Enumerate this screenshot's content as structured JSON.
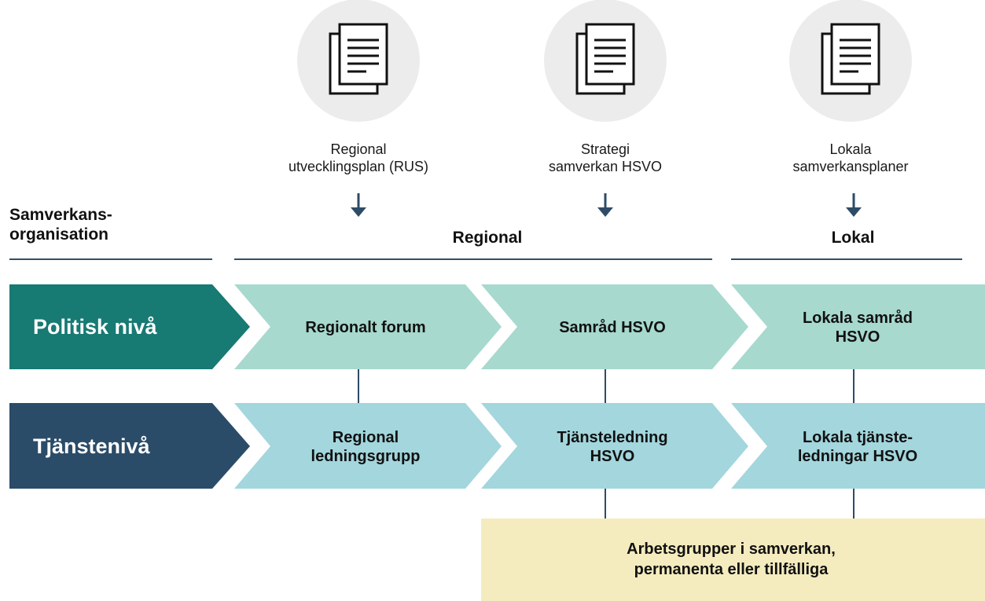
{
  "colors": {
    "politisk_header": "#177a73",
    "politisk_cell": "#a7d9ce",
    "tjanste_header": "#2b4c68",
    "tjanste_cell": "#a3d6dd",
    "workgroup": "#f4ecbf",
    "rule": "#2f4f6b",
    "arrow": "#2e4b67",
    "doc_circle": "#ececec",
    "connector": "#2e4b67"
  },
  "documents": [
    {
      "icon": "document-stack-icon",
      "label": "Regional\nutvecklingsplan (RUS)"
    },
    {
      "icon": "document-stack-icon",
      "label": "Strategi\nsamverkan HSVO"
    },
    {
      "icon": "document-stack-icon",
      "label": "Lokala\nsamverkansplaner"
    }
  ],
  "org_label": "Samverkans-\norganisation",
  "sections": {
    "regional": "Regional",
    "lokal": "Lokal"
  },
  "rows": [
    {
      "label": "Politisk nivå",
      "cells": [
        "Regionalt forum",
        "Samråd HSVO",
        "Lokala samråd\nHSVO"
      ]
    },
    {
      "label": "Tjänstenivå",
      "cells": [
        "Regional\nledningsgrupp",
        "Tjänsteledning\nHSVO",
        "Lokala tjänste-\nledningar HSVO"
      ]
    }
  ],
  "workgroup": "Arbetsgrupper i samverkan,\npermanenta eller tillfälliga"
}
